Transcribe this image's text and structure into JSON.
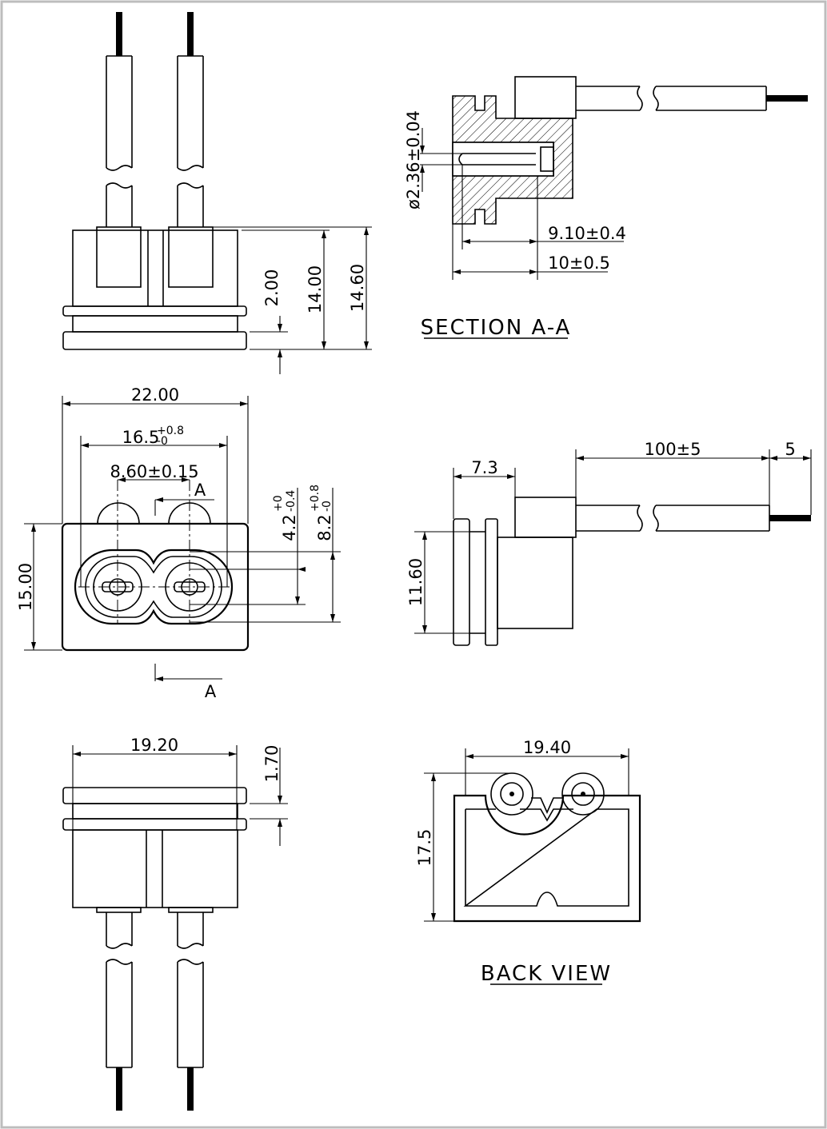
{
  "views": {
    "top": {
      "dims": {
        "d_2": "2.00",
        "d_14": "14.00",
        "d_14_6": "14.60"
      }
    },
    "section": {
      "title": "SECTION A-A",
      "dims": {
        "pin_dia": "ø2.36±0.04",
        "d_9_1": "9.10±0.4",
        "d_10": "10±0.5"
      }
    },
    "front": {
      "dims": {
        "d_22": "22.00",
        "d_16_5": "16.5",
        "d_16_5_tol_plus": "+0.8",
        "d_16_5_tol_minus": "-0",
        "d_8_6": "8.60±0.15",
        "d_15": "15.00",
        "d_4_2": "4.2",
        "d_4_2_tol_plus": "+0",
        "d_4_2_tol_minus": "-0.4",
        "d_8_2": "8.2",
        "d_8_2_tol_plus": "+0.8",
        "d_8_2_tol_minus": "-0"
      },
      "section_marks": {
        "upper": "A",
        "lower": "A"
      }
    },
    "side": {
      "dims": {
        "d_7_3": "7.3",
        "d_100": "100±5",
        "d_5": "5",
        "d_11_6": "11.60"
      }
    },
    "bottom": {
      "dims": {
        "d_19_2": "19.20",
        "d_1_7": "1.70"
      }
    },
    "back": {
      "title": "BACK VIEW",
      "dims": {
        "d_19_4": "19.40",
        "d_17_5": "17.5"
      }
    }
  }
}
